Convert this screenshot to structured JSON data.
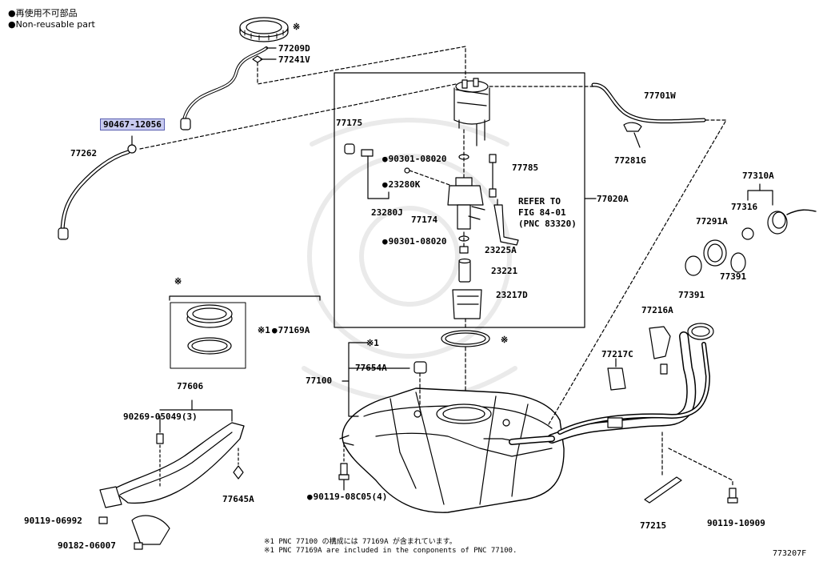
{
  "legend": {
    "line_jp": "再使用不可部品",
    "line_en": "Non-reusable part"
  },
  "marks": {
    "asterisk": "※",
    "star1": "※1"
  },
  "labels": {
    "p77209D": "77209D",
    "p77241V": "77241V",
    "p90467": "90467-12056",
    "p77262": "77262",
    "p77175": "77175",
    "p90301a": "90301-08020",
    "p77785": "77785",
    "p23280K": "23280K",
    "p23280J": "23280J",
    "p77174": "77174",
    "refer1": "REFER TO",
    "refer2": "FIG 84-01",
    "refer3": "(PNC 83320)",
    "p77020A": "77020A",
    "p90301b": "90301-08020",
    "p23225A": "23225A",
    "p23221": "23221",
    "p23217D": "23217D",
    "p77701W": "77701W",
    "p77281G": "77281G",
    "p77310A": "77310A",
    "p77316": "77316",
    "p77291A": "77291A",
    "p77391a": "77391",
    "p77391b": "77391",
    "p77216A": "77216A",
    "p77217C": "77217C",
    "p77169A": "77169A",
    "p77100": "77100",
    "p77654A": "77654A",
    "p77606": "77606",
    "p90269": "90269-05049(3)",
    "p77645A": "77645A",
    "p90119a": "90119-06992",
    "p90182": "90182-06007",
    "p90119b": "90119-08C05(4)",
    "p77215": "77215",
    "p90119c": "90119-10909"
  },
  "notes": {
    "jp": "※1 PNC 77100 の構成には 77169A が含まれています。",
    "en": "※1 PNC 77169A are included in the conponents of PNC 77100."
  },
  "figure_id": "773207F"
}
